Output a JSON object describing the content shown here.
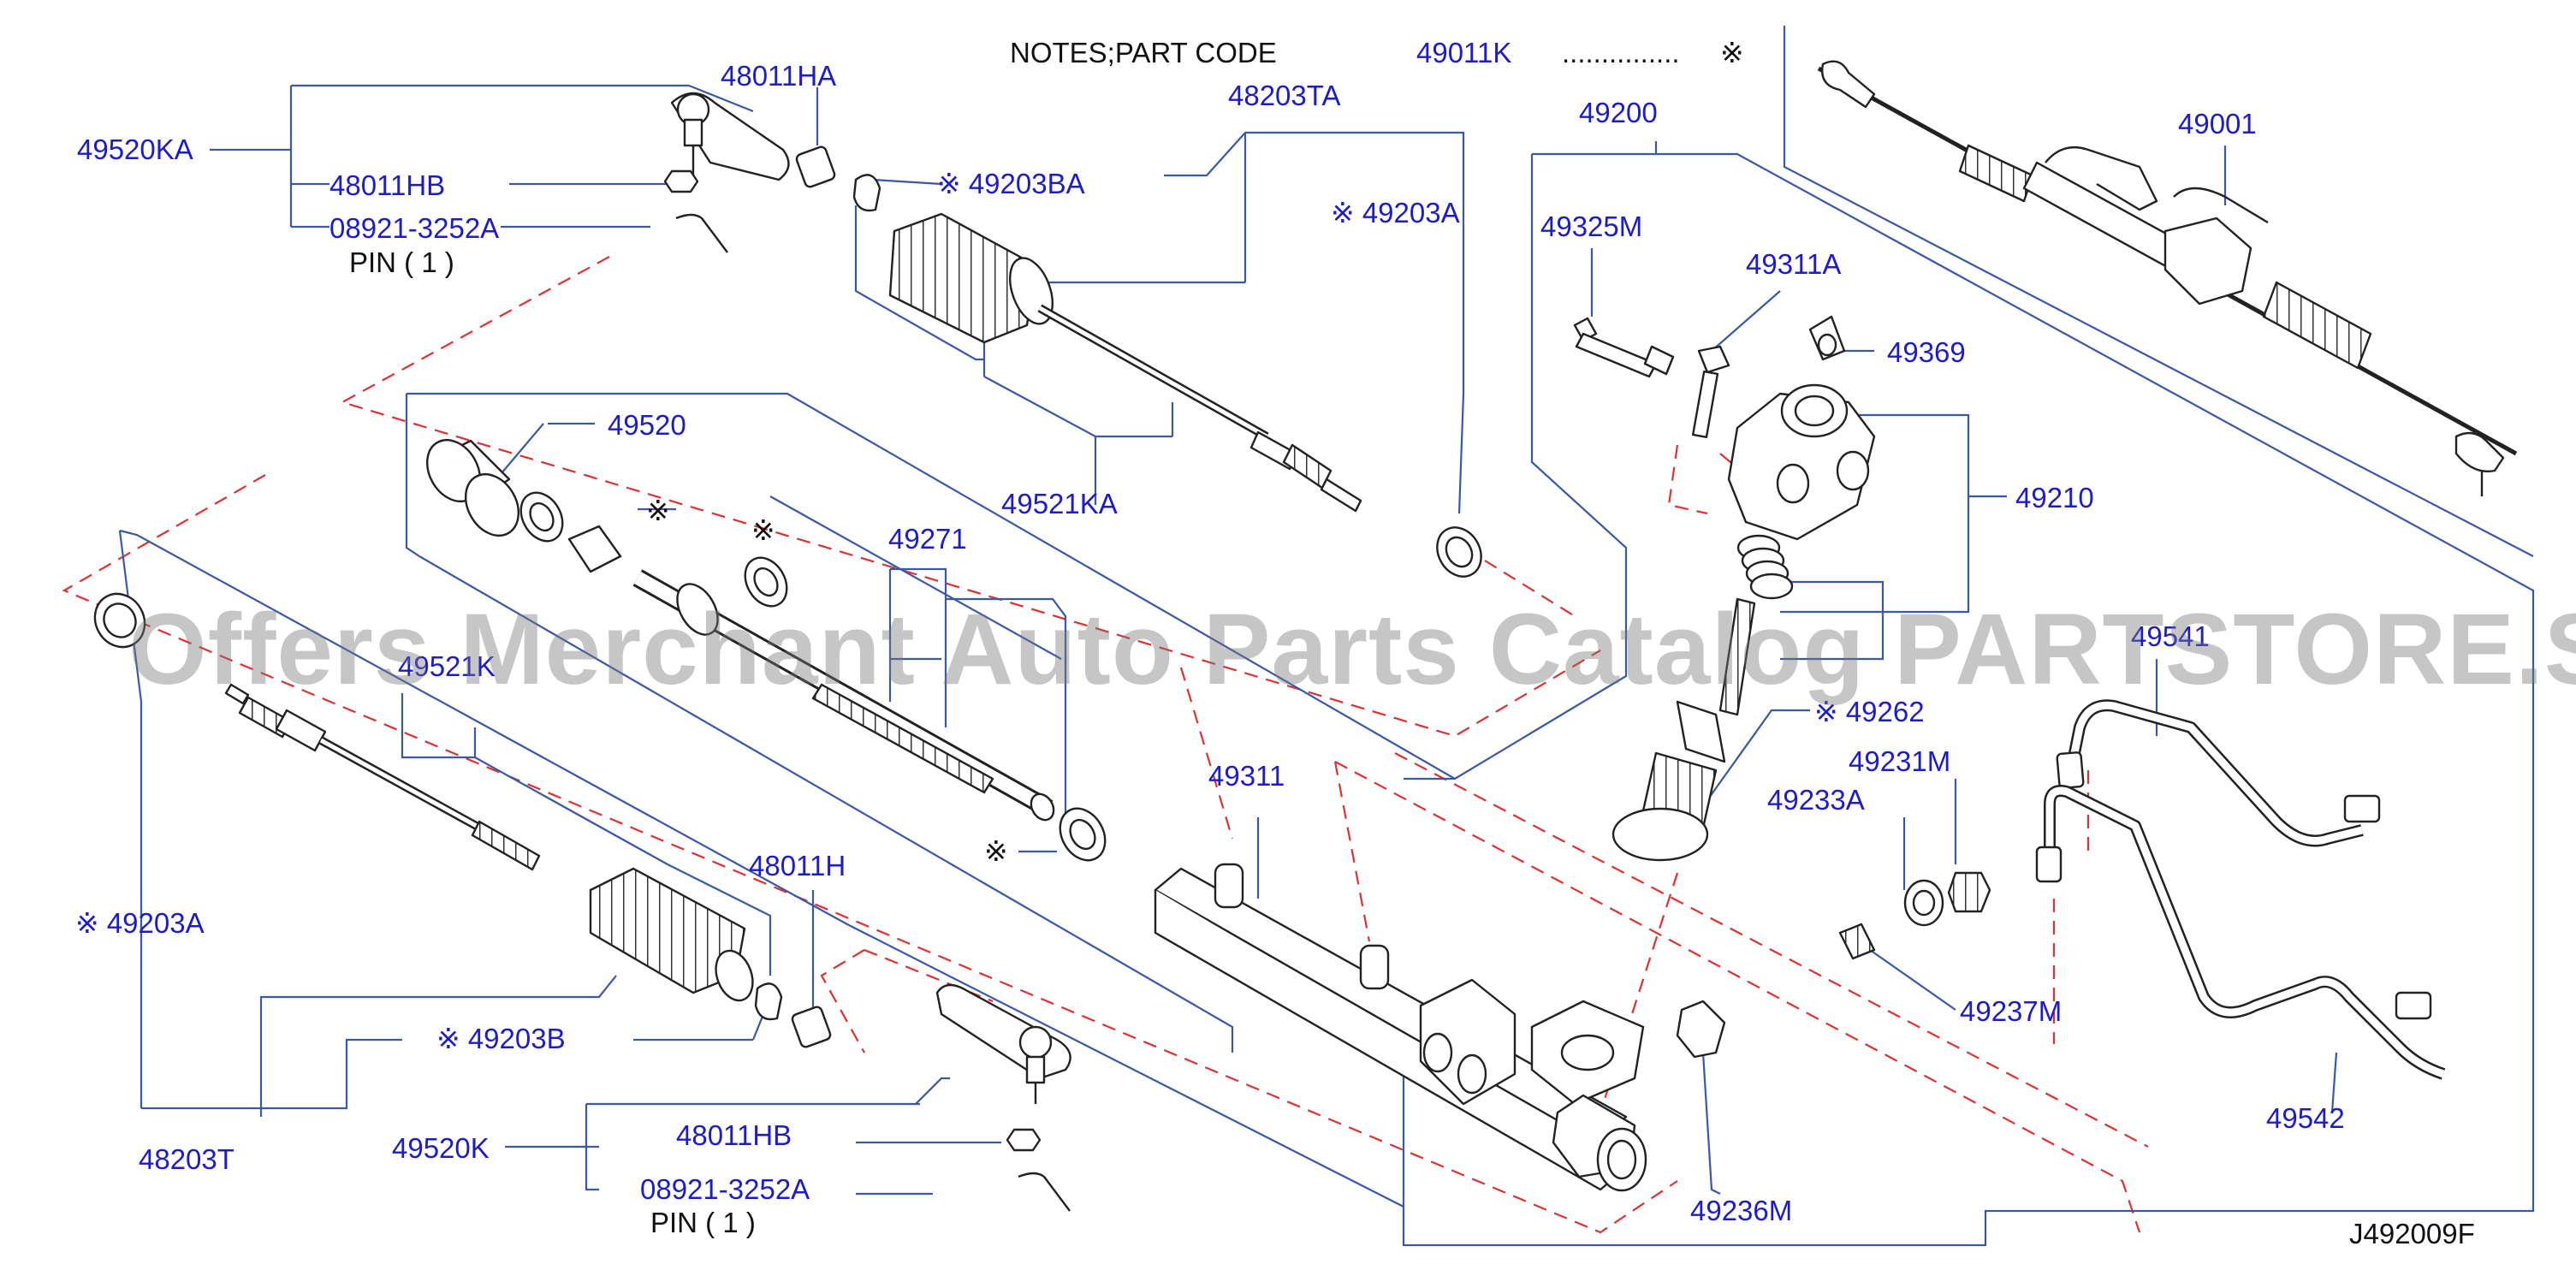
{
  "notes": {
    "prefix": "NOTES;PART   CODE",
    "code": "49011K",
    "dots": "...............",
    "mark": "※"
  },
  "diagram_code": "J492009F",
  "watermark": "Offers Merchant Auto Parts Catalog PARTSTORE.SA",
  "pin_1": "PIN  ( 1 )",
  "pin_2": "PIN  ( 1 )",
  "labels": {
    "p49520KA": "49520KA",
    "p48011HA": "48011HA",
    "p48011HB_top": "48011HB",
    "p08921_top": "08921-3252A",
    "p49203BA": "※ 49203BA",
    "p48203TA": "48203TA",
    "p49203A_top": "※ 49203A",
    "p49520": "49520",
    "mark_seal": "※",
    "mark_ring": "※",
    "p49271": "49271",
    "p49521KA": "49521KA",
    "p49521K": "49521K",
    "mark_gear": "※",
    "p49203A_left": "※ 49203A",
    "p48011H": "48011H",
    "p49203B": "※ 49203B",
    "p48203T": "48203T",
    "p49520K": "49520K",
    "p48011HB_bot": "48011HB",
    "p08921_bot": "08921-3252A",
    "p49311": "49311",
    "p49200": "49200",
    "p49325M": "49325M",
    "p49311A": "49311A",
    "p49369": "49369",
    "p49210": "49210",
    "p49262": "※ 49262",
    "p49231M": "49231M",
    "p49233A": "49233A",
    "p49237M": "49237M",
    "p49236M": "49236M",
    "p49541": "49541",
    "p49542": "49542",
    "p49001": "49001"
  }
}
